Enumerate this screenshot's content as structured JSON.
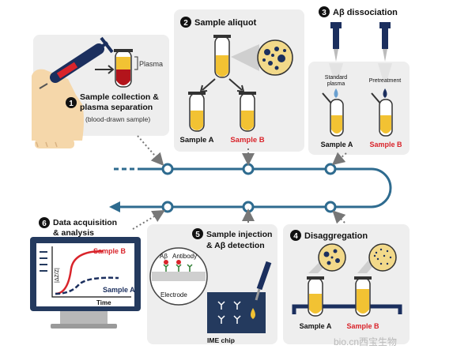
{
  "steps": {
    "s1": {
      "num": "1",
      "title1": "Sample collection &",
      "title2": "plasma separation",
      "sub": "(blood-drawn sample)",
      "plasma_label": "Plasma"
    },
    "s2": {
      "num": "2",
      "title": "Sample aliquot",
      "sample_a": "Sample A",
      "sample_b": "Sample B"
    },
    "s3": {
      "num": "3",
      "title": "Aβ dissociation",
      "left_label1": "Standard",
      "left_label2": "plasma",
      "right_label": "Pretreatment",
      "sample_a": "Sample A",
      "sample_b": "Sample B"
    },
    "s4": {
      "num": "4",
      "title": "Disaggregation",
      "sample_a": "Sample A",
      "sample_b": "Sample B"
    },
    "s5": {
      "num": "5",
      "title1": "Sample injection",
      "title2": "& Aβ detection",
      "ab_label": "Aβ",
      "antibody_label": "Antibody",
      "electrode_label": "Electrode",
      "chip_label": "IME chip"
    },
    "s6": {
      "num": "6",
      "title1": "Data acquisition",
      "title2": "& analysis",
      "y_axis": "|ΔZ/Z|",
      "x_axis": "Time",
      "series_b": "Sample B",
      "series_a": "Sample A"
    }
  },
  "watermark": "bio.cn西宝生物",
  "colors": {
    "panel": "#eeeeee",
    "track": "#2e6b8f",
    "gold": "#f2c233",
    "red": "#d9242b",
    "navy": "#1b2f5e"
  }
}
